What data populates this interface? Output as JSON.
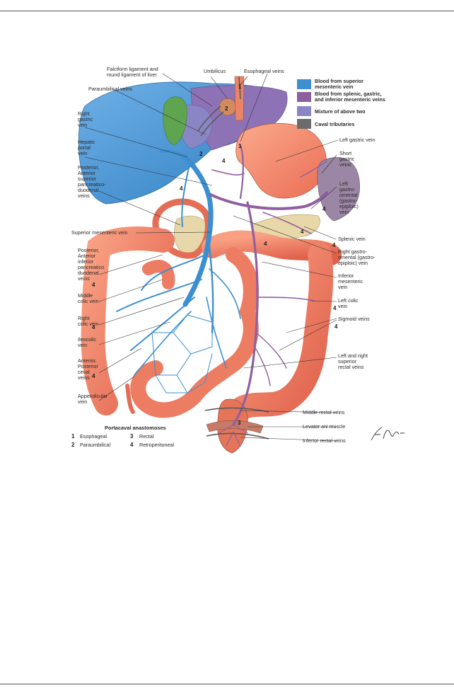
{
  "labels": {
    "falciform": [
      "Falciform ligament and",
      "round ligament of liver"
    ],
    "umbilicus": "Umbilicus",
    "esophageal_veins": "Esophageal veins",
    "paraumbilical_veins": "Paraumbilical veins",
    "right_gastric": [
      "Right",
      "gastric",
      "vein"
    ],
    "hepatic_portal": [
      "Hepatic",
      "portal",
      "vein"
    ],
    "post_ant_sup_pd": [
      "Posterior,",
      "Anterior",
      "superior",
      "pancreatico-",
      "duodenal",
      "veins"
    ],
    "superior_mesenteric": "Superior mesenteric vein",
    "post_ant_inf_pd": [
      "Posterior,",
      "Anterior",
      "inferior",
      "pancreatico",
      "duodenal",
      "veins"
    ],
    "middle_colic": [
      "Middle",
      "colic vein"
    ],
    "right_colic": [
      "Right",
      "colic vein"
    ],
    "ileocolic": [
      "Ileocolic",
      "vein"
    ],
    "cecal": [
      "Anterior,",
      "Posterior",
      "cecal",
      "veins"
    ],
    "appendicular": [
      "Appendicular",
      "vein"
    ],
    "left_gastric": "Left gastric vein",
    "short_gastric": [
      "Short",
      "gastric",
      "veins"
    ],
    "left_gastro_omental": [
      "Left",
      "gastro-",
      "omental",
      "(gastro-",
      "epiploic)",
      "vein"
    ],
    "splenic": "Splenic vein",
    "right_gastro_omental": [
      "Right gastro-",
      "omental (gastro-",
      "epiploic) vein"
    ],
    "inferior_mesenteric": [
      "Inferior",
      "mesenteric",
      "vein"
    ],
    "left_colic": [
      "Left colic",
      "vein"
    ],
    "sigmoid": "Sigmoid veins",
    "superior_rectal": [
      "Left and right",
      "superior",
      "rectal veins"
    ],
    "middle_rectal": "Middle rectal veins",
    "levator_ani": "Levator ani muscle",
    "inferior_rectal": "Inferior rectal veins"
  },
  "legend": [
    {
      "text": [
        "Blood from superior",
        "mesenteric vein"
      ],
      "color": "#3d8fd0"
    },
    {
      "text": [
        "Blood from splenic, gastric,",
        "and inferior mesenteric veins"
      ],
      "color": "#8e5f9e"
    },
    {
      "text": [
        "Mixture of above two"
      ],
      "color": "#8a86c6"
    },
    {
      "text": [
        "Caval tributaries"
      ],
      "color": "#6b6b6b"
    }
  ],
  "anastomoses": {
    "title": "Portacaval anastomoses",
    "items": [
      {
        "num": "1",
        "name": "Esophageal"
      },
      {
        "num": "3",
        "name": "Rectal"
      },
      {
        "num": "2",
        "name": "Paraumbilical"
      },
      {
        "num": "4",
        "name": "Retroperitoneal"
      }
    ]
  },
  "markers": [
    "1",
    "2",
    "4",
    "4",
    "4",
    "4",
    "4",
    "4",
    "4",
    "4",
    "4",
    "4",
    "4",
    "3",
    "2",
    "1"
  ],
  "signature": "F. Netter",
  "colors": {
    "portal_blue": "#3b8fd1",
    "gut": "#f07a5c",
    "ims_purple": "#8f5f9f",
    "liver": "#4b97d6"
  }
}
